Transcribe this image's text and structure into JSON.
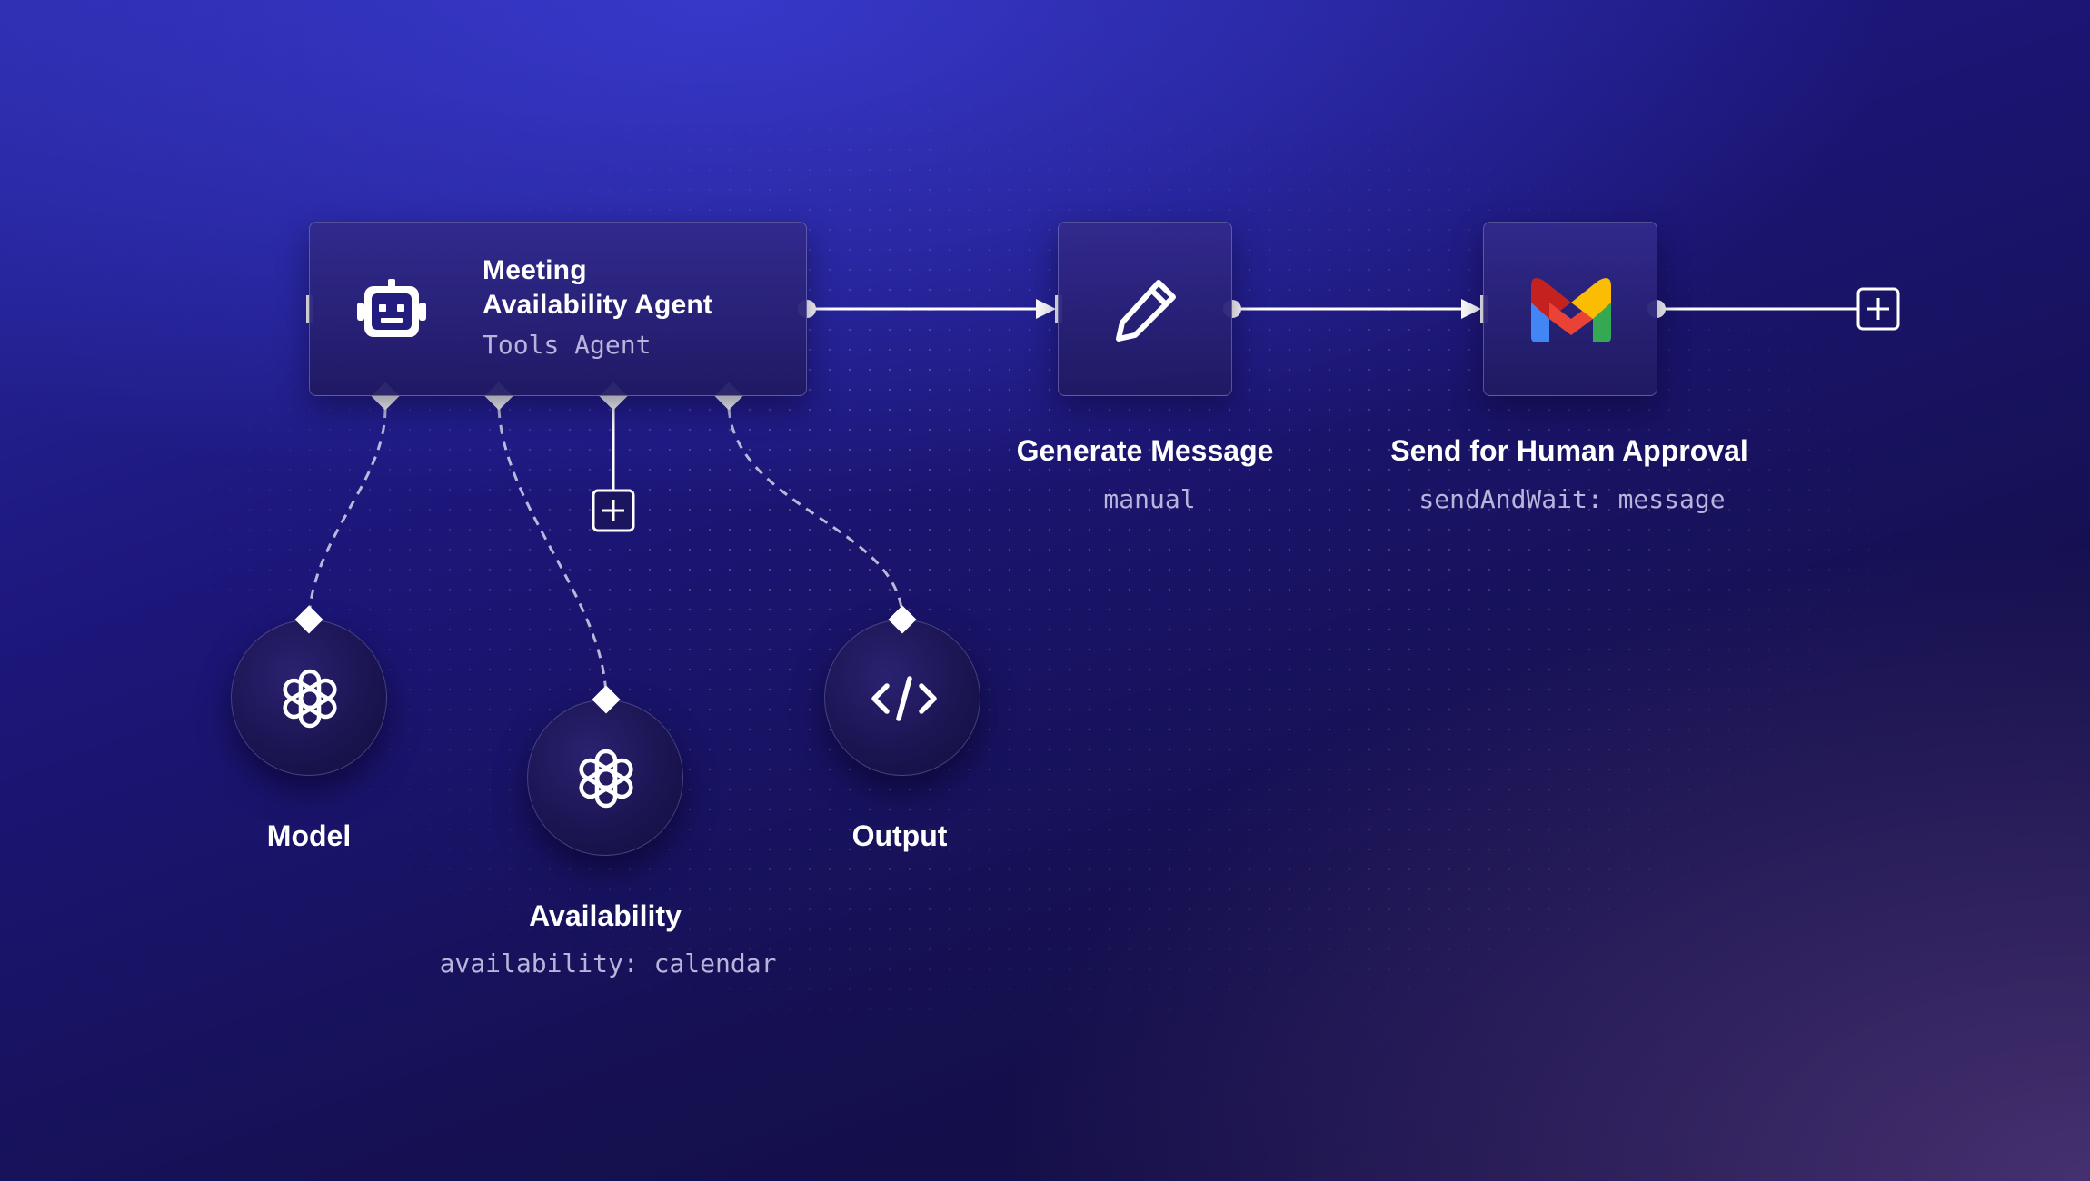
{
  "nodes": {
    "agent": {
      "title": "Meeting Availability Agent",
      "title_line1": "Meeting",
      "title_line2": "Availability Agent",
      "subtitle": "Tools Agent",
      "icon": "robot-icon"
    },
    "generate_message": {
      "title": "Generate Message",
      "subtitle": "manual",
      "icon": "pencil-icon"
    },
    "send_approval": {
      "title": "Send for Human Approval",
      "subtitle": "sendAndWait: message",
      "icon": "gmail-icon"
    }
  },
  "sub_nodes": {
    "model": {
      "title": "Model",
      "icon": "openai-icon"
    },
    "availability": {
      "title": "Availability",
      "subtitle": "availability: calendar",
      "icon": "openai-icon"
    },
    "output": {
      "title": "Output",
      "icon": "code-icon"
    }
  },
  "colors": {
    "background": "#1c1679",
    "node_fill": "#2a2382",
    "text_primary": "#ffffff",
    "text_secondary": "#b9b4dc",
    "gmail_red": "#EA4335",
    "gmail_blue": "#4285F4",
    "gmail_green": "#34A853",
    "gmail_yellow": "#FBBC04"
  }
}
